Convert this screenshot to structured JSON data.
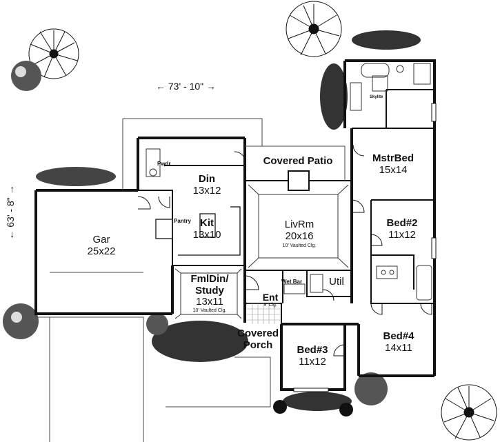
{
  "dimensions": {
    "width_label": "← 73' - 10\" →",
    "depth_label": "← 63' - 8\" →"
  },
  "rooms": {
    "garage": {
      "name": "Gar",
      "size": "25x22"
    },
    "dining": {
      "name": "Din",
      "size": "13x12"
    },
    "kitchen": {
      "name": "Kit",
      "size": "13x10"
    },
    "pantry": {
      "name": "Pantry"
    },
    "powder": {
      "name": "Pwdr"
    },
    "covered_patio": {
      "name": "Covered Patio"
    },
    "living_room": {
      "name": "LivRm",
      "size": "20x16",
      "note": "10' Vaulted Clg."
    },
    "master_bed": {
      "name": "MstrBed",
      "size": "15x14"
    },
    "skylite": {
      "name": "Skylite"
    },
    "bed2": {
      "name": "Bed#2",
      "size": "11x12"
    },
    "family_dining_study": {
      "name_line1": "FmlDin/",
      "name_line2": "Study",
      "size": "13x11",
      "note": "10' Vaulted Clg."
    },
    "wet_bar": {
      "name": "Wet Bar"
    },
    "utility": {
      "name": "Util"
    },
    "entry": {
      "name": "Ent",
      "note": "9' Clg."
    },
    "covered_porch": {
      "name_line1": "Covered",
      "name_line2": "Porch"
    },
    "bed3": {
      "name": "Bed#3",
      "size": "11x12"
    },
    "bed4": {
      "name": "Bed#4",
      "size": "14x11"
    }
  }
}
